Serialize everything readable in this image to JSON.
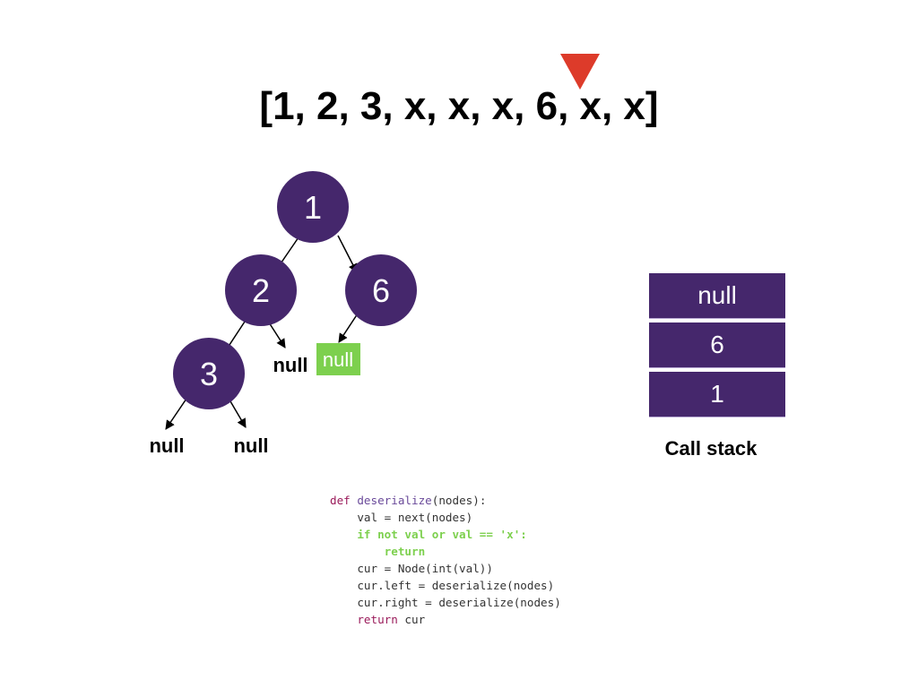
{
  "array": {
    "text": "[1, 2, 3, x, x, x, 6, x, x]",
    "items": [
      "1",
      "2",
      "3",
      "x",
      "x",
      "x",
      "6",
      "x",
      "x"
    ],
    "pointer_index": 7,
    "pointer_color": "#dd3b2a"
  },
  "tree": {
    "node_color": "#45276c",
    "nodes": [
      {
        "id": "1",
        "label": "1"
      },
      {
        "id": "2",
        "label": "2"
      },
      {
        "id": "6",
        "label": "6"
      },
      {
        "id": "3",
        "label": "3"
      }
    ],
    "null_labels": {
      "n3_left": "null",
      "n3_right": "null",
      "n2_right": "null",
      "n6_left": "null"
    },
    "highlight_color": "#7dd04e"
  },
  "call_stack": {
    "frames": [
      "null",
      "6",
      "1"
    ],
    "caption": "Call stack"
  },
  "code": {
    "lines": [
      {
        "parts": [
          {
            "t": "def ",
            "c": "kw"
          },
          {
            "t": "deserialize",
            "c": "fn"
          },
          {
            "t": "(nodes):",
            "c": ""
          }
        ]
      },
      {
        "parts": [
          {
            "t": "    val = next(nodes)",
            "c": ""
          }
        ]
      },
      {
        "parts": [
          {
            "t": "    if not val or val == 'x':",
            "c": "hl"
          }
        ]
      },
      {
        "parts": [
          {
            "t": "        return",
            "c": "hl"
          }
        ]
      },
      {
        "parts": [
          {
            "t": "    cur = Node(int(val))",
            "c": ""
          }
        ]
      },
      {
        "parts": [
          {
            "t": "    cur.left = deserialize(nodes)",
            "c": ""
          }
        ]
      },
      {
        "parts": [
          {
            "t": "    cur.right = deserialize(nodes)",
            "c": ""
          }
        ]
      },
      {
        "parts": [
          {
            "t": "    ",
            "c": ""
          },
          {
            "t": "return",
            "c": "kw"
          },
          {
            "t": " cur",
            "c": ""
          }
        ]
      }
    ]
  }
}
